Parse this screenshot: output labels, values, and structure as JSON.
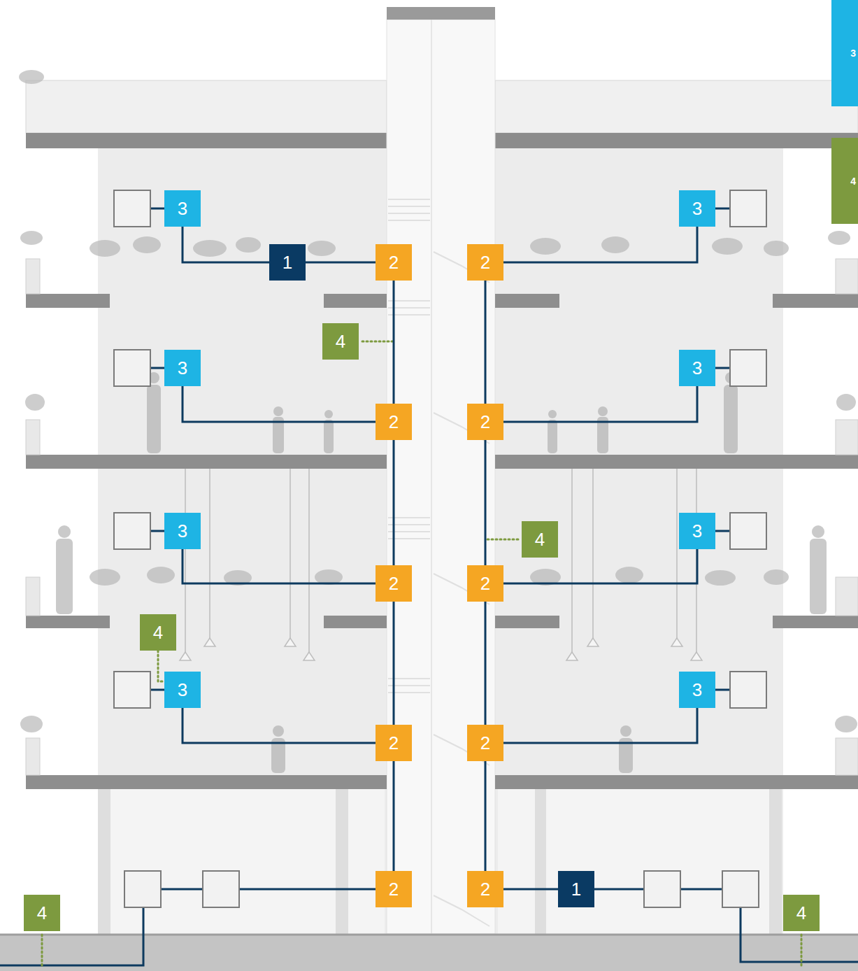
{
  "diagram": {
    "nodes": [
      {
        "text": [
          "3"
        ]
      },
      {
        "text": [
          "4"
        ]
      },
      {
        "text": [
          "3"
        ]
      },
      {
        "text": [
          "3"
        ]
      },
      {
        "text": [
          "1"
        ]
      },
      {
        "text": [
          "2"
        ]
      },
      {
        "text": [
          "2"
        ]
      },
      {
        "text": [
          "4"
        ]
      },
      {
        "text": [
          "3"
        ]
      },
      {
        "text": [
          "3"
        ]
      },
      {
        "text": [
          "2"
        ]
      },
      {
        "text": [
          "2"
        ]
      },
      {
        "text": [
          "3"
        ]
      },
      {
        "text": [
          "4"
        ]
      },
      {
        "text": [
          "3"
        ]
      },
      {
        "text": [
          "2"
        ]
      },
      {
        "text": [
          "2"
        ]
      },
      {
        "text": [
          "4"
        ]
      },
      {
        "text": [
          "3"
        ]
      },
      {
        "text": [
          "3"
        ]
      },
      {
        "text": [
          "2"
        ]
      },
      {
        "text": [
          "2"
        ]
      },
      {
        "text": [
          "2"
        ]
      },
      {
        "text": [
          "2"
        ]
      },
      {
        "text": [
          "1"
        ]
      },
      {
        "text": [
          "4"
        ]
      },
      {
        "text": [
          "4"
        ]
      }
    ],
    "edges": [
      {
        "from": 2,
        "to": 4,
        "arrow": "none"
      },
      {
        "from": 4,
        "to": 5,
        "arrow": "none"
      },
      {
        "from": 6,
        "to": 3,
        "arrow": "none"
      },
      {
        "from": 5,
        "to": 10,
        "arrow": "none"
      },
      {
        "from": 10,
        "to": 15,
        "arrow": "none"
      },
      {
        "from": 15,
        "to": 20,
        "arrow": "none"
      },
      {
        "from": 20,
        "to": 22,
        "arrow": "none"
      },
      {
        "from": 6,
        "to": 11,
        "arrow": "none"
      },
      {
        "from": 11,
        "to": 16,
        "arrow": "none"
      },
      {
        "from": 16,
        "to": 21,
        "arrow": "none"
      },
      {
        "from": 21,
        "to": 23,
        "arrow": "none"
      },
      {
        "from": 8,
        "to": 10,
        "arrow": "none"
      },
      {
        "from": 11,
        "to": 9,
        "arrow": "none"
      },
      {
        "from": 12,
        "to": 15,
        "arrow": "none"
      },
      {
        "from": 16,
        "to": 14,
        "arrow": "none"
      },
      {
        "from": 18,
        "to": 20,
        "arrow": "none"
      },
      {
        "from": 21,
        "to": 19,
        "arrow": "none"
      },
      {
        "from": 23,
        "to": 24,
        "arrow": "none"
      },
      {
        "from": 17,
        "to": 18,
        "arrow": "none"
      }
    ]
  }
}
